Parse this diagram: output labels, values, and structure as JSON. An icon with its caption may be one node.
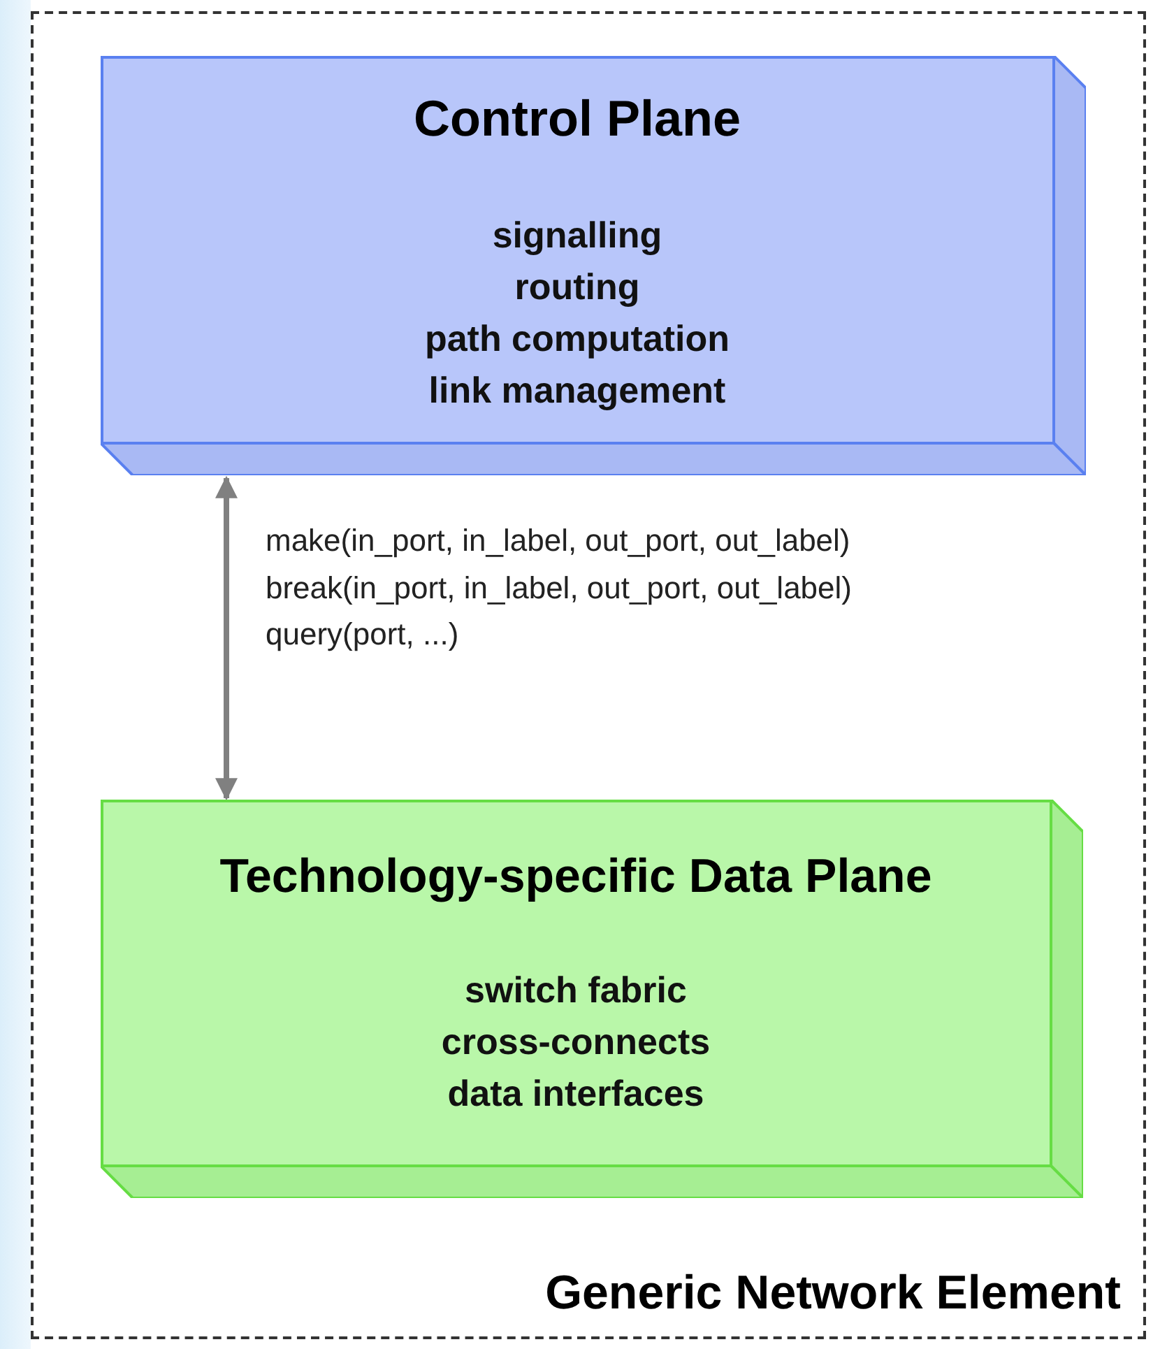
{
  "diagram": {
    "nodes": [
      {
        "text": [
          "Generic Network Element"
        ]
      },
      {
        "text": [
          "Control Plane",
          "signalling",
          "routing",
          "path computation",
          "link management"
        ],
        "in": 0
      },
      {
        "text": [
          "Technology-specific Data Plane",
          "switch fabric",
          "cross-connects",
          "data interfaces"
        ],
        "in": 0
      }
    ],
    "edges": [
      {
        "from": 1,
        "to": 2,
        "arrow": "both",
        "color": "#808080"
      }
    ],
    "labels": [
      "make(in_port, in_label, out_port, out_label)",
      "break(in_port, in_label, out_port, out_label)",
      "query(port, ...)"
    ]
  }
}
